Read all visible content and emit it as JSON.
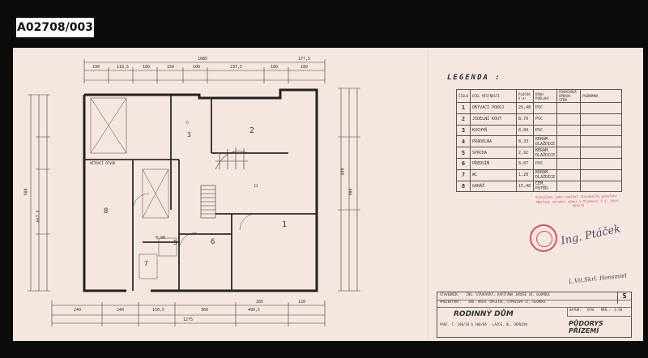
{
  "archive_id": "A02708/003",
  "legend": {
    "title": "LEGENDA :",
    "headers": [
      "ČÍSLO",
      "ÚČEL MÍSTNOSTI",
      "PLOCHA V m²",
      "DRUH PODLAHY",
      "POVRCHOVÁ ÚPRAVA STĚN",
      "POZNÁMKA"
    ],
    "rows": [
      {
        "num": "1",
        "name": "OBÝVACÍ POKOJ",
        "area": "26,48",
        "floor": "PVC"
      },
      {
        "num": "2",
        "name": "JÍDELNÍ KOUT",
        "area": "8,79",
        "floor": "PVC"
      },
      {
        "num": "3",
        "name": "KUCHYŇ",
        "area": "8,84",
        "floor": "PVC"
      },
      {
        "num": "4",
        "name": "PRÁDELNA",
        "area": "8,33",
        "floor": "KERAM. DLAŽDICE"
      },
      {
        "num": "5",
        "name": "SPRCHA",
        "area": "2,92",
        "floor": "KERAM. DLAŽDICE"
      },
      {
        "num": "6",
        "name": "PŘEDSÍŇ",
        "area": "8,07",
        "floor": "PVC"
      },
      {
        "num": "7",
        "name": "WC",
        "area": "1,28",
        "floor": "KERAM. DLAŽDICE"
      },
      {
        "num": "8",
        "name": "GARÁŽ",
        "area": "15,48",
        "floor": "CEM. POTĚR"
      }
    ]
  },
  "plan_rooms": {
    "r1": "1",
    "r2": "2",
    "r3": "3",
    "r5": "5",
    "r6": "6",
    "r7": "7",
    "r8": "8"
  },
  "plan_dims": {
    "top_total": "1085",
    "top_right": "177,5",
    "top_a": "190",
    "top_b": "110,5",
    "top_c": "100",
    "top_d": "150",
    "top_e": "100",
    "top_f": "237,5",
    "top_g": "100",
    "top_h": "180",
    "bot_total": "1275",
    "bot_a": "240",
    "bot_b": "240",
    "bot_c": "150,5",
    "bot_d": "360",
    "bot_e": "490,5",
    "bot_f": "285",
    "bot_g": "120",
    "left_total": "980",
    "left_a": "667,5",
    "right_total": "908",
    "right_a": "600",
    "area_cell": "0,00",
    "stair_note": "VĚTRACÍ OTVOR"
  },
  "stamp_text": "Schvaleno jako součást stavebního povolení - Městský národní výbor v Olomouci č.j. Výst. 618/75",
  "signature": "Ing. Ptáček",
  "signature2": "L.Vit.Skrl. Honsmiel",
  "titleblock": {
    "sheet": "5",
    "investor_label": "STAVEBNÍK:",
    "investor": "ING. STAVOVSKÝ, KAPITÁNA JAROŠE 18, OLOMOUC",
    "designer_label": "PROJEKTANT:",
    "designer": "ING. ARCH. OPLETAL, CYPOLOVÁ 17, OLOMOUC",
    "title": "RODINNÝ DŮM",
    "parcel": "PARC. Č. 108/20 A 108/06 - LAZCE, ÚL. DEMLOVA",
    "date_label": "DATUM:",
    "date": "1976",
    "scale_label": "MĚŘ.:",
    "scale": "1:50",
    "drawing": "PŮDORYS PŘÍZEMÍ"
  },
  "colors": {
    "paper": "#f5e7df",
    "ink": "#333333",
    "stamp": "#c84a5a",
    "frame": "#0b0b0b"
  }
}
